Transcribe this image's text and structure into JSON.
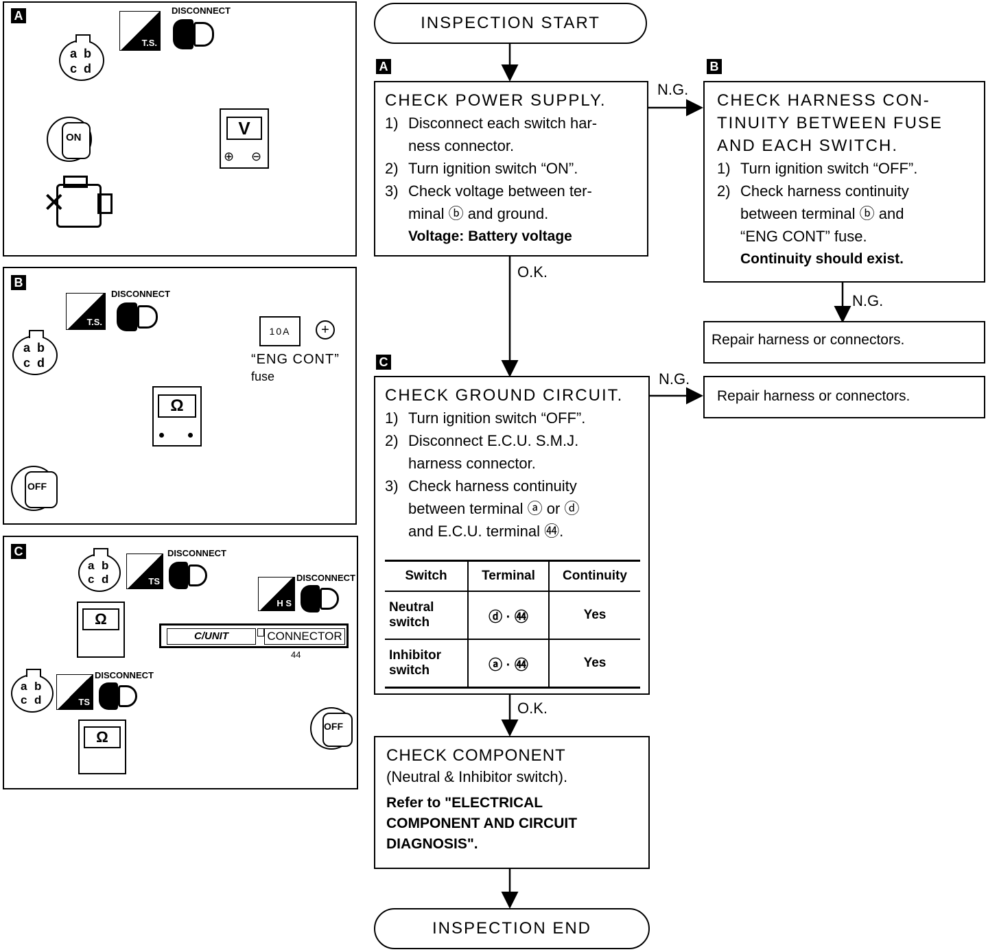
{
  "flow": {
    "start": "INSPECTION START",
    "end": "INSPECTION END",
    "ng": "N.G.",
    "ok": "O.K.",
    "box_a": {
      "tag": "A",
      "title": "CHECK POWER SUPPLY.",
      "steps": [
        {
          "n": "1)",
          "t": "Disconnect each switch har-"
        },
        {
          "n": "",
          "t": "ness connector."
        },
        {
          "n": "2)",
          "t": "Turn ignition switch “ON”."
        },
        {
          "n": "3)",
          "t": "Check voltage between ter-"
        },
        {
          "n": "",
          "t": "minal ⓑ and ground."
        }
      ],
      "spec": "Voltage:  Battery voltage"
    },
    "box_b": {
      "tag": "B",
      "title1": "CHECK HARNESS CON-",
      "title2": "TINUITY BETWEEN FUSE",
      "title3": "AND EACH SWITCH.",
      "steps": [
        {
          "n": "1)",
          "t": "Turn ignition switch “OFF”."
        },
        {
          "n": "2)",
          "t": "Check harness continuity"
        },
        {
          "n": "",
          "t": "between terminal ⓑ and"
        },
        {
          "n": "",
          "t": "“ENG CONT” fuse."
        }
      ],
      "spec": "Continuity should exist."
    },
    "repair1": "Repair harness or connectors.",
    "repair2": "Repair harness or connectors.",
    "box_c": {
      "tag": "C",
      "title": "CHECK GROUND CIRCUIT.",
      "steps": [
        {
          "n": "1)",
          "t": "Turn ignition switch “OFF”."
        },
        {
          "n": "2)",
          "t": "Disconnect E.C.U. S.M.J."
        },
        {
          "n": "",
          "t": "harness connector."
        },
        {
          "n": "3)",
          "t": "Check harness continuity"
        },
        {
          "n": "",
          "t": "between terminal ⓐ or ⓓ"
        },
        {
          "n": "",
          "t": "and E.C.U. terminal ㊹."
        }
      ],
      "table": {
        "headers": [
          "Switch",
          "Terminal",
          "Continuity"
        ],
        "rows": [
          {
            "sw1": "Neutral",
            "sw2": "switch",
            "term": "ⓓ · ㊹",
            "cont": "Yes"
          },
          {
            "sw1": "Inhibitor",
            "sw2": "switch",
            "term": "ⓐ · ㊹",
            "cont": "Yes"
          }
        ]
      }
    },
    "box_d": {
      "title": "CHECK COMPONENT",
      "sub": "(Neutral & Inhibitor switch).",
      "ref1": "Refer to \"ELECTRICAL",
      "ref2": "COMPONENT AND CIRCUIT",
      "ref3": "DIAGNOSIS\"."
    }
  },
  "panels": {
    "a": {
      "tag": "A",
      "disconnect": "DISCONNECT",
      "ts": "T.S.",
      "meter": "V",
      "key": "ON"
    },
    "b": {
      "tag": "B",
      "disconnect": "DISCONNECT",
      "ts": "T.S.",
      "meter": "Ω",
      "key": "OFF",
      "fuse": "10A",
      "fuse_label1": "“ENG CONT”",
      "fuse_label2": "fuse"
    },
    "c": {
      "tag": "C",
      "disconnect": "DISCONNECT",
      "ts": "TS",
      "hs": "H S",
      "meter": "Ω",
      "key": "OFF",
      "unit": "C/UNIT",
      "connector": "CONNECTOR",
      "pin": "44"
    },
    "conn": {
      "a": "a",
      "b": "b",
      "c": "c",
      "d": "d"
    }
  }
}
